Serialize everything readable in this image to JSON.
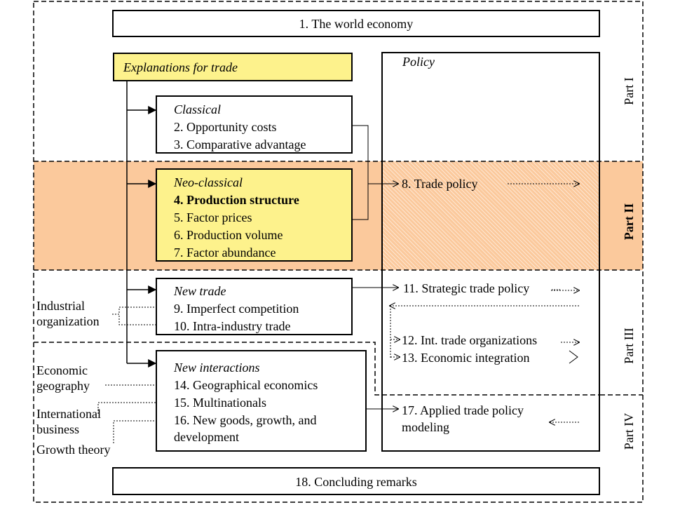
{
  "top_box": "1. The world economy",
  "bottom_box": "18. Concluding remarks",
  "explanations_header": "Explanations for trade",
  "policy_header": "Policy",
  "classical": {
    "title": "Classical",
    "items": [
      "2. Opportunity costs",
      "3. Comparative advantage"
    ]
  },
  "neoclassical": {
    "title": "Neo-classical",
    "items": [
      "4. Production structure",
      "5. Factor prices",
      "6. Production volume",
      "7. Factor abundance"
    ]
  },
  "newtrade": {
    "title": "New trade",
    "items": [
      "9. Imperfect competition",
      "10. Intra-industry trade"
    ]
  },
  "newinteractions": {
    "title": "New interactions",
    "items": [
      "14. Geographical economics",
      "15. Multinationals",
      "16. New goods, growth, and",
      "development"
    ]
  },
  "policy_items": {
    "p8": "8. Trade policy",
    "p11": "11. Strategic trade policy",
    "p12": "12. Int. trade organizations",
    "p13": "13. Economic integration",
    "p17a": "17. Applied trade policy",
    "p17b": "modeling"
  },
  "side_labels": {
    "industrial_1": "Industrial",
    "industrial_2": "organization",
    "econgeo_1": "Economic",
    "econgeo_2": "geography",
    "intbus_1": "International",
    "intbus_2": "business",
    "growth": "Growth theory"
  },
  "parts": [
    "Part I",
    "Part II",
    "Part III",
    "Part IV"
  ],
  "colors": {
    "part2_band": "#fbc99c",
    "highlight_box": "#fdf28c"
  }
}
